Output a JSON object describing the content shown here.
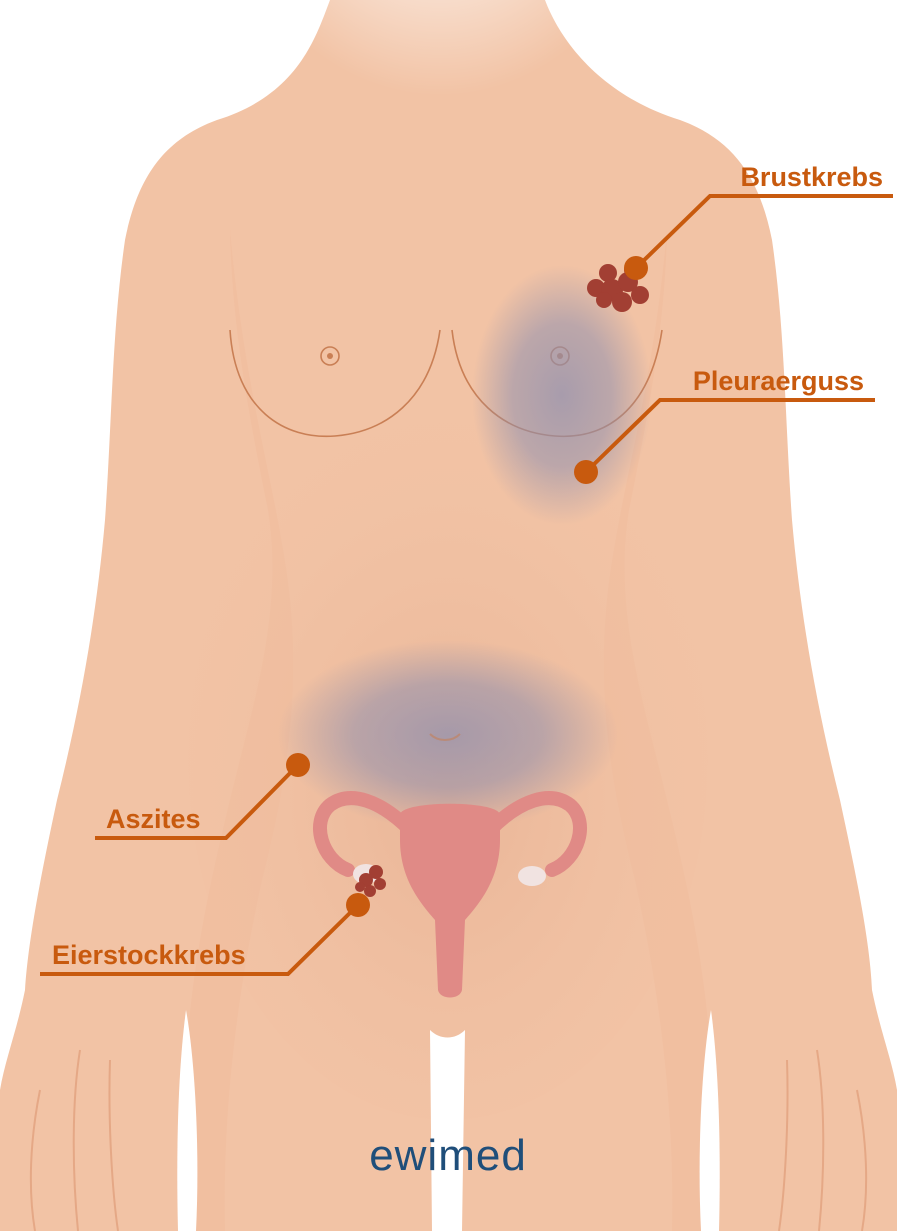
{
  "colors": {
    "skin": "#f2c3a5",
    "skin_shadow": "#e8b18f",
    "line": "#c97f55",
    "accent": "#c85a0e",
    "tumor": "#a23f33",
    "uterus": "#e08a86",
    "ovary": "#f1e3e1",
    "fluid": "#8f8fae",
    "logo": "#1f4e7a"
  },
  "labels": {
    "brustkrebs": "Brustkrebs",
    "pleuraerguss": "Pleuraerguss",
    "aszites": "Aszites",
    "eierstockkrebs": "Eierstockkrebs"
  },
  "logo": {
    "text": "ewimed"
  }
}
